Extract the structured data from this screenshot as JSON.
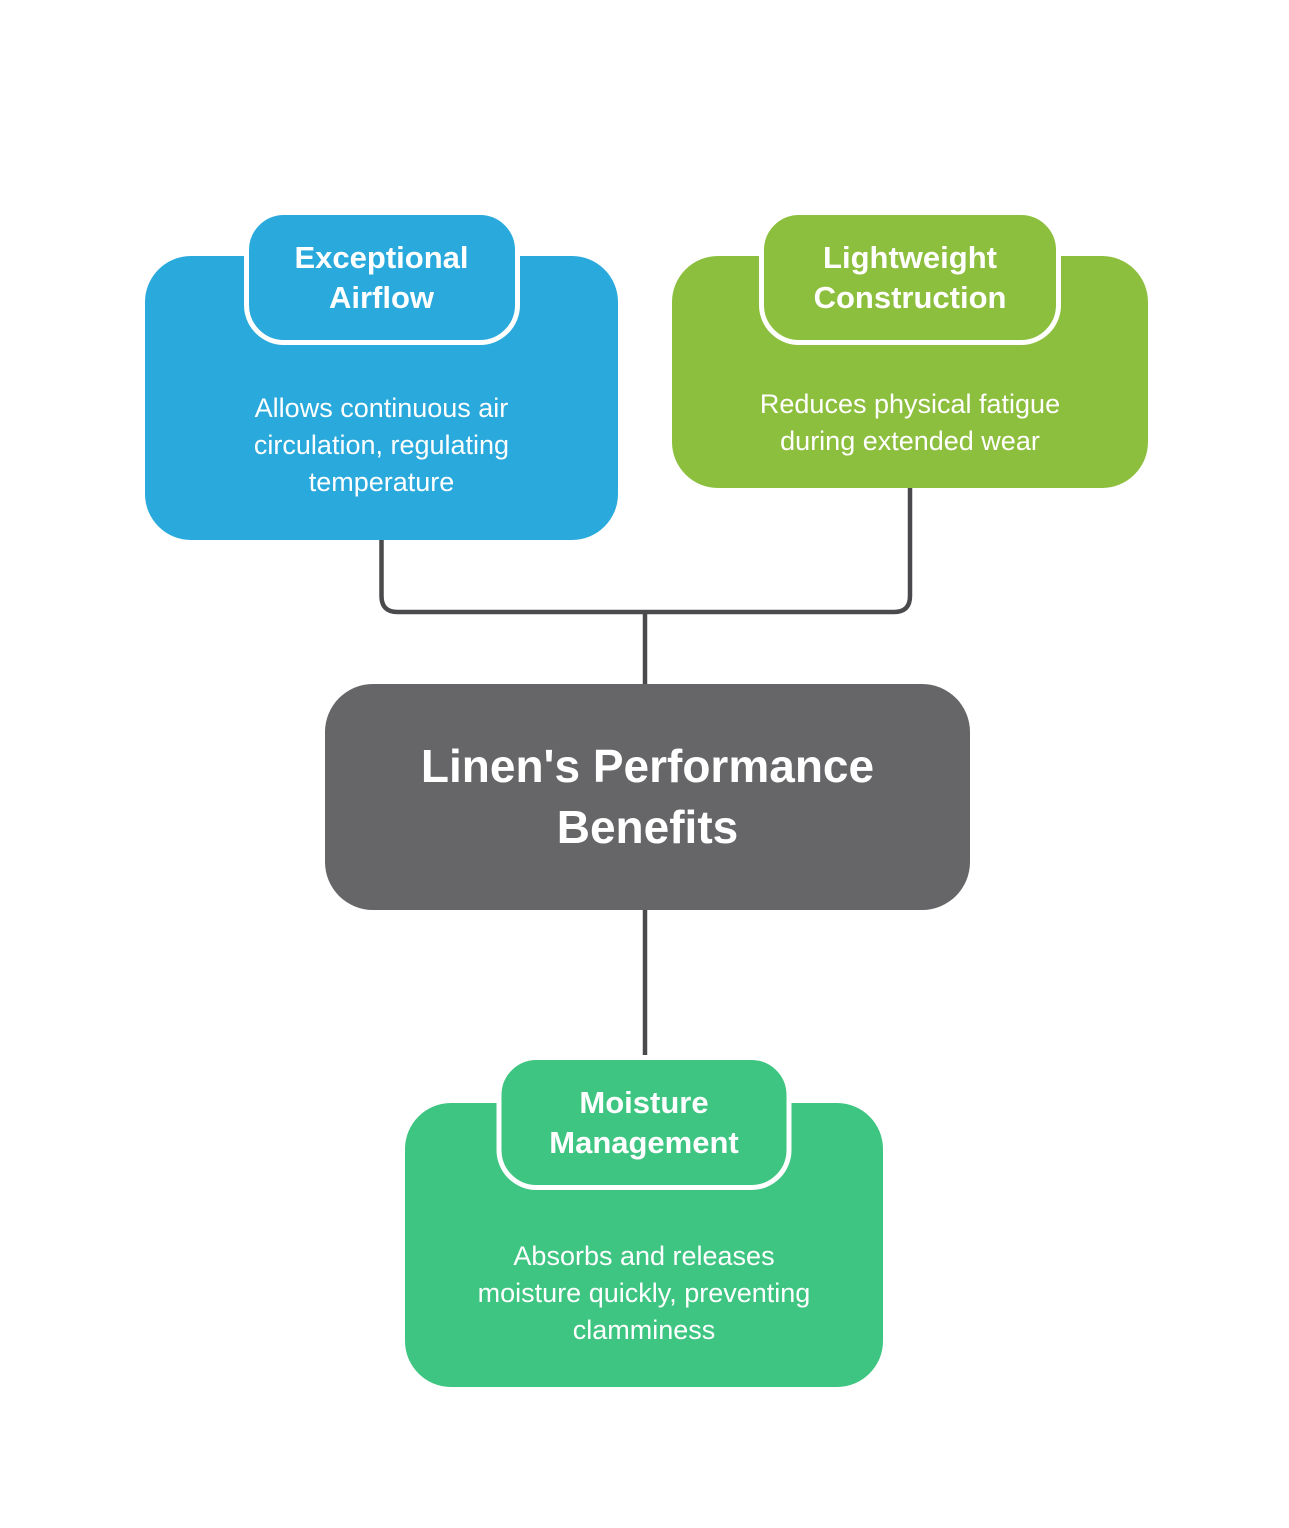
{
  "diagram": {
    "background_color": "#FFFFFF",
    "connector_color": "#4A4A4C",
    "text_color": "#FFFFFF",
    "center_node": {
      "id": "linens-performance-benefits",
      "label": "Linen's Performance\nBenefits",
      "color": "#666668"
    },
    "nodes": [
      {
        "id": "exceptional-airflow",
        "title": "Exceptional\nAirflow",
        "description": "Allows continuous air\ncirculation, regulating\ntemperature",
        "color": "#29A9DC"
      },
      {
        "id": "lightweight-construction",
        "title": "Lightweight\nConstruction",
        "description": "Reduces physical fatigue\nduring extended wear",
        "color": "#8DBF3E"
      },
      {
        "id": "moisture-management",
        "title": "Moisture\nManagement",
        "description": "Absorbs and releases\nmoisture quickly, preventing\nclamminess",
        "color": "#3EC581"
      }
    ]
  }
}
